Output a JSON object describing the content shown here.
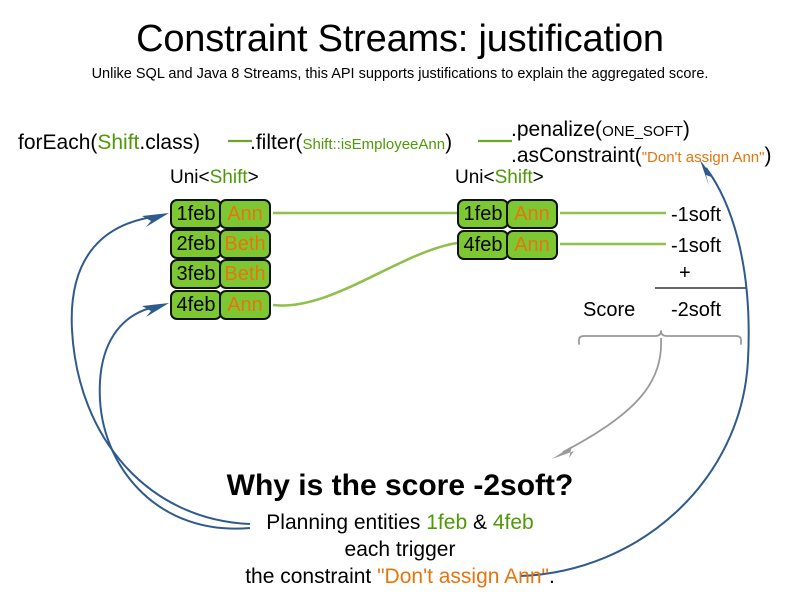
{
  "slide": {
    "title": "Constraint Streams: justification",
    "subtitle": "Unlike SQL and Java 8 Streams, this API supports justifications to explain the aggregated score."
  },
  "code": {
    "foreach": {
      "method": "forEach(",
      "type": "Shift",
      "tail": ".class)"
    },
    "filter": {
      "method": ".filter(",
      "ref": "Shift::isEmployeeAnn",
      "tail": ")"
    },
    "penalize": {
      "method": ".penalize(",
      "arg": "ONE_SOFT",
      "tail": ")"
    },
    "as_constraint": {
      "method": ".asConstraint(",
      "arg": "\"Don't assign Ann\"",
      "tail": ")"
    }
  },
  "streams": {
    "left": {
      "label_prefix": "Uni<",
      "label_type": "Shift",
      "label_suffix": ">",
      "rows": [
        {
          "date": "1feb",
          "employee": "Ann"
        },
        {
          "date": "2feb",
          "employee": "Beth"
        },
        {
          "date": "3feb",
          "employee": "Beth"
        },
        {
          "date": "4feb",
          "employee": "Ann"
        }
      ]
    },
    "right": {
      "label_prefix": "Uni<",
      "label_type": "Shift",
      "label_suffix": ">",
      "rows": [
        {
          "date": "1feb",
          "employee": "Ann"
        },
        {
          "date": "4feb",
          "employee": "Ann"
        }
      ]
    }
  },
  "score": {
    "penalties": [
      "-1soft",
      "-1soft"
    ],
    "operator": "+",
    "label": "Score",
    "total": "-2soft"
  },
  "explanation": {
    "heading": "Why is the score -2soft?",
    "line1_prefix": "Planning entities ",
    "line1_entity_a": "1feb",
    "line1_amp": " & ",
    "line1_entity_b": "4feb",
    "line2": "each trigger",
    "line3_prefix": "the constraint ",
    "line3_constraint": "\"Don't assign Ann\"",
    "line3_suffix": "."
  },
  "colors": {
    "fact_green": "#7DC832",
    "type_green": "#4E9A06",
    "entity_orange": "#E8740C",
    "arrow_blue": "#2E5A8E",
    "arrow_gray": "#8C8C8C",
    "connector_green": "#8FC04A"
  }
}
